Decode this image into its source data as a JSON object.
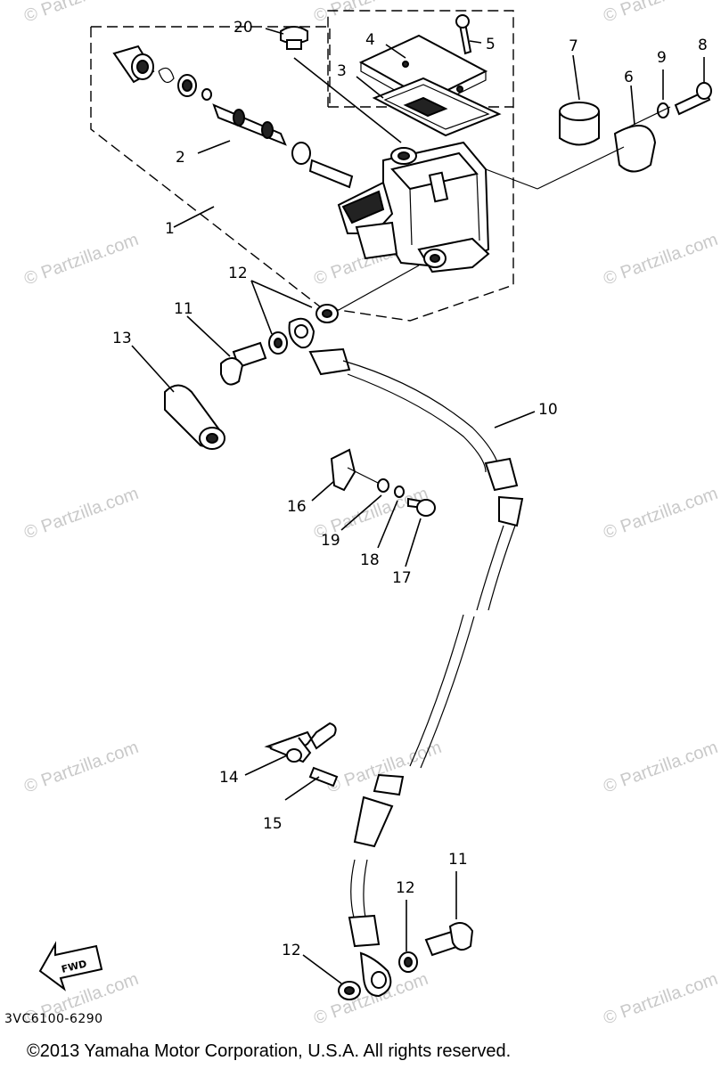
{
  "watermark_text": "© Partzilla.com",
  "callouts": [
    "20",
    "4",
    "5",
    "3",
    "2",
    "1",
    "7",
    "6",
    "9",
    "8",
    "12",
    "11",
    "13",
    "10",
    "16",
    "19",
    "18",
    "17",
    "14",
    "15",
    "11",
    "12",
    "12"
  ],
  "fwd_label": "FWD",
  "drawing_code": "3VC6100-6290",
  "copyright": "©2013 Yamaha Motor Corporation, U.S.A. All rights reserved."
}
